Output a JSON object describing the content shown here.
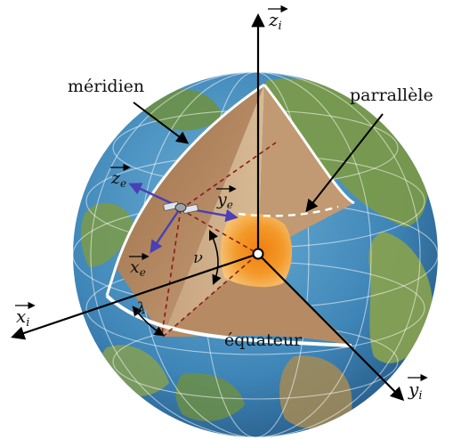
{
  "labels": {
    "meridian": "méridien",
    "parallel": "parrallèle",
    "equator": "équateur",
    "lambda": "λ",
    "nu": "ν"
  },
  "axes": {
    "zi": {
      "letter": "z",
      "sub": "i"
    },
    "xi": {
      "letter": "x",
      "sub": "i"
    },
    "yi": {
      "letter": "y",
      "sub": "i"
    },
    "ze": {
      "letter": "z",
      "sub": "e"
    },
    "ye": {
      "letter": "y",
      "sub": "e"
    },
    "xe": {
      "letter": "x",
      "sub": "e"
    }
  },
  "colors": {
    "ocean": "#3f86b8",
    "land": "#7c9a45",
    "cut_face": "#b08560",
    "cut_face_light": "#d5b994",
    "inner_core": "#f07d10",
    "outer_core": "#f6b04a",
    "body_frame_axes": "#4a3fb5",
    "orbit_line": "#8b1a1a"
  },
  "icons": {
    "satellite": "satellite-icon"
  }
}
